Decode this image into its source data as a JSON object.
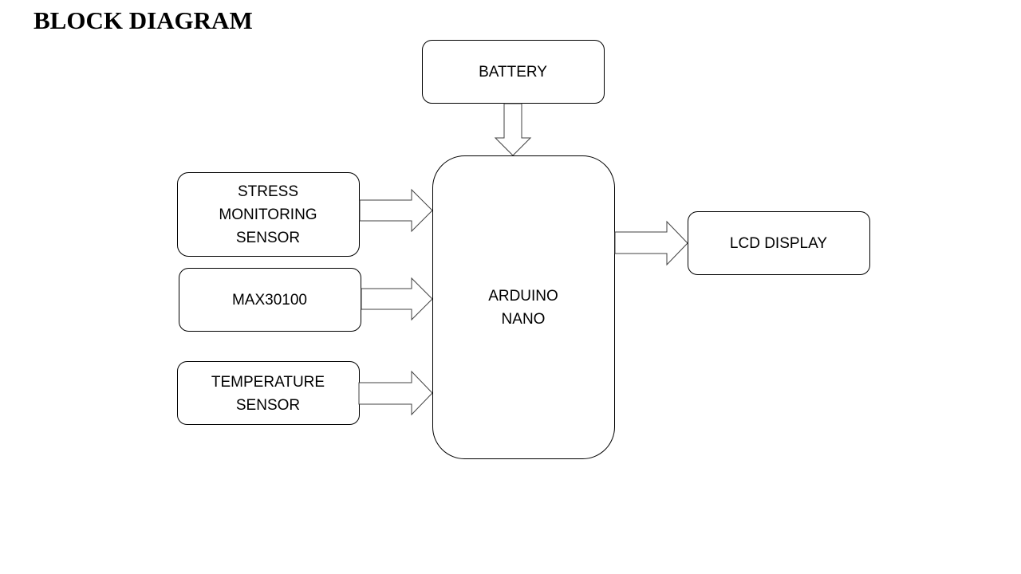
{
  "title": "BLOCK DIAGRAM",
  "blocks": {
    "battery": {
      "lines": [
        "BATTERY"
      ]
    },
    "stress": {
      "lines": [
        "STRESS",
        "MONITORING",
        "SENSOR"
      ]
    },
    "max": {
      "lines": [
        "MAX30100"
      ]
    },
    "temp": {
      "lines": [
        "TEMPERATURE",
        "SENSOR"
      ]
    },
    "arduino": {
      "lines": [
        "ARDUINO",
        "NANO"
      ]
    },
    "lcd": {
      "lines": [
        "LCD DISPLAY"
      ]
    }
  },
  "connections": [
    {
      "from": "BATTERY",
      "to": "ARDUINO NANO",
      "direction": "down"
    },
    {
      "from": "STRESS MONITORING SENSOR",
      "to": "ARDUINO NANO",
      "direction": "right"
    },
    {
      "from": "MAX30100",
      "to": "ARDUINO NANO",
      "direction": "right"
    },
    {
      "from": "TEMPERATURE SENSOR",
      "to": "ARDUINO NANO",
      "direction": "right"
    },
    {
      "from": "ARDUINO NANO",
      "to": "LCD DISPLAY",
      "direction": "right"
    }
  ]
}
